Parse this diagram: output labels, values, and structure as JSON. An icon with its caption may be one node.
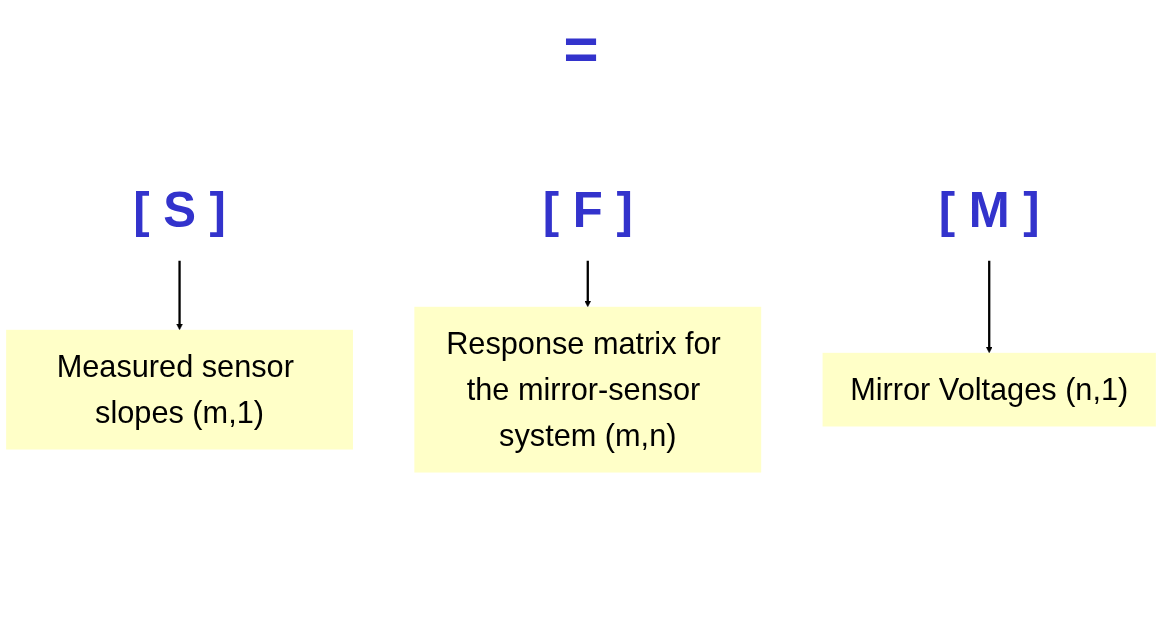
{
  "diagram": {
    "nodes": [
      {
        "text": [
          "[ S ]"
        ]
      },
      {
        "text": [
          "[ F ]"
        ]
      },
      {
        "text": [
          "[ M ]"
        ]
      },
      {
        "text": [
          "Measured sensor slopes (m,1)"
        ]
      },
      {
        "text": [
          "Response matrix for the mirror-sensor system (m,n)"
        ]
      },
      {
        "text": [
          "Mirror Voltages (n,1)"
        ]
      }
    ],
    "edges": [
      {
        "from": 0,
        "to": 3,
        "arrow": "to"
      },
      {
        "from": 1,
        "to": 4,
        "arrow": "to"
      },
      {
        "from": 2,
        "to": 5,
        "arrow": "to"
      }
    ],
    "labels": [
      "="
    ]
  }
}
